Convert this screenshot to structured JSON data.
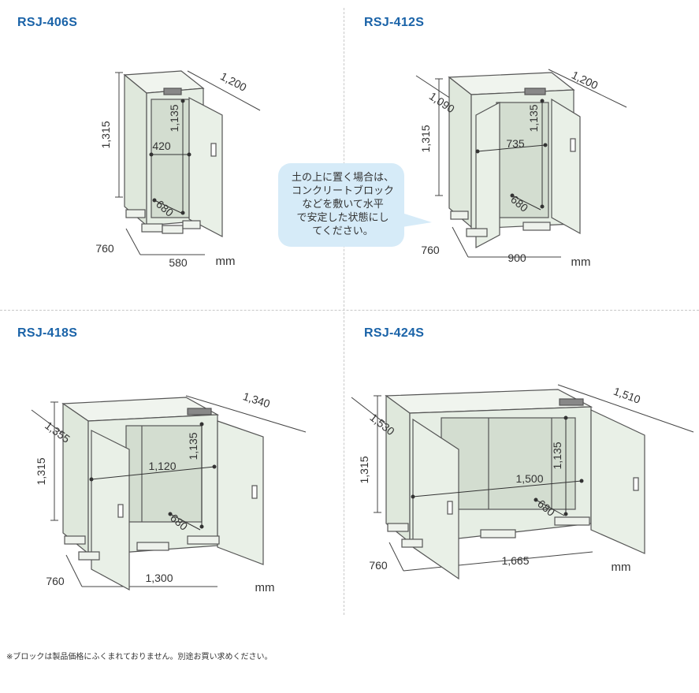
{
  "models": [
    {
      "name": "RSJ-406S",
      "depth_diag": "1,200",
      "height": "1,315",
      "inner_height": "1,135",
      "door_width": "420",
      "inner_depth": "680",
      "side_depth": "760",
      "width": "580",
      "unit": "mm"
    },
    {
      "name": "RSJ-412S",
      "depth_diag": "1,200",
      "door_diag": "1,090",
      "height": "1,315",
      "inner_height": "1,135",
      "door_width": "735",
      "inner_depth": "680",
      "side_depth": "760",
      "width": "900",
      "unit": "mm"
    },
    {
      "name": "RSJ-418S",
      "depth_diag": "1,340",
      "door_diag": "1,355",
      "height": "1,315",
      "inner_height": "1,135",
      "door_width": "1,120",
      "inner_depth": "680",
      "side_depth": "760",
      "width": "1,300",
      "unit": "mm"
    },
    {
      "name": "RSJ-424S",
      "depth_diag": "1,510",
      "door_diag": "1,530",
      "height": "1,315",
      "inner_height": "1,135",
      "door_width": "1,500",
      "inner_depth": "680",
      "side_depth": "760",
      "width": "1,665",
      "unit": "mm"
    }
  ],
  "callout": "土の上に置く場合は、\nコンクリートブロック\nなどを敷いて水平\nで安定した状態にし\nてください。",
  "footnote": "※ブロックは製品価格にふくまれておりません。別途お買い求めください。",
  "colors": {
    "title": "#1a63a8",
    "body": "#e6eee4",
    "outline": "#555555",
    "bubble": "#d6ebf8"
  }
}
